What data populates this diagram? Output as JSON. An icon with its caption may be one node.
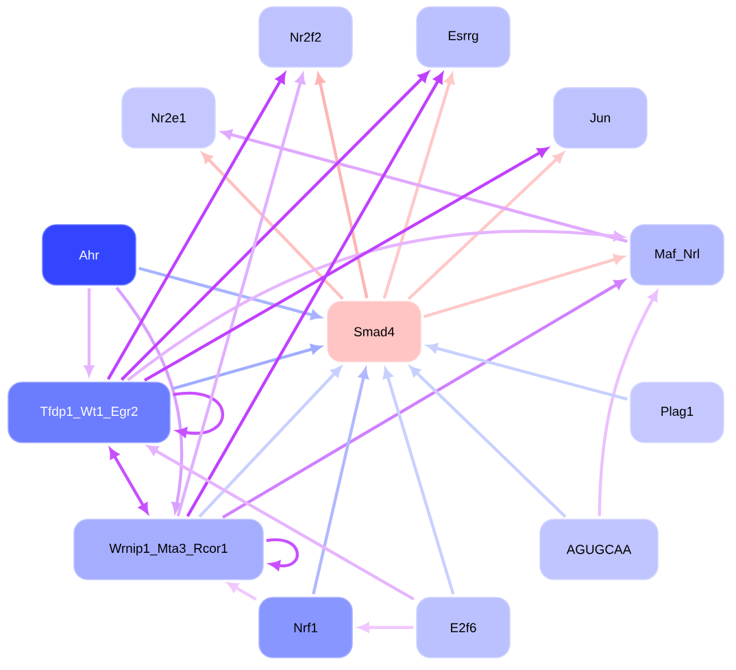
{
  "diagram": {
    "nodes": [
      {
        "text": [
          "Smad4"
        ]
      },
      {
        "text": [
          "Nr2f2"
        ]
      },
      {
        "text": [
          "Esrrg"
        ]
      },
      {
        "text": [
          "Nr2e1"
        ]
      },
      {
        "text": [
          "Jun"
        ]
      },
      {
        "text": [
          "Ahr"
        ]
      },
      {
        "text": [
          "Maf_Nrl"
        ]
      },
      {
        "text": [
          "Tfdp1_Wt1_Egr2"
        ]
      },
      {
        "text": [
          "Plag1"
        ]
      },
      {
        "text": [
          "Wrnip1_Mta3_Rcor1"
        ]
      },
      {
        "text": [
          "AGUGCAA"
        ]
      },
      {
        "text": [
          "Nrf1"
        ]
      },
      {
        "text": [
          "E2f6"
        ]
      }
    ],
    "edges": [
      {
        "from": 0,
        "to": 1,
        "arrow": "to",
        "color": "#ffb4b4"
      },
      {
        "from": 0,
        "to": 2,
        "arrow": "to",
        "color": "#ffc8c8"
      },
      {
        "from": 0,
        "to": 3,
        "arrow": "to",
        "color": "#ffc0c0"
      },
      {
        "from": 0,
        "to": 4,
        "arrow": "to",
        "color": "#ffc8c8"
      },
      {
        "from": 0,
        "to": 6,
        "arrow": "to",
        "color": "#ffc8c8"
      },
      {
        "from": 5,
        "to": 0,
        "arrow": "to",
        "color": "#a8b4ff"
      },
      {
        "from": 5,
        "to": 7,
        "arrow": "to",
        "color": "#e6b4ff"
      },
      {
        "from": 5,
        "to": 9,
        "arrow": "to",
        "color": "#d8a0ff"
      },
      {
        "from": 6,
        "to": 3,
        "arrow": "to",
        "color": "#e0a8ff"
      },
      {
        "from": 7,
        "to": 1,
        "arrow": "to",
        "color": "#c040ff"
      },
      {
        "from": 7,
        "to": 2,
        "arrow": "to",
        "color": "#c040ff"
      },
      {
        "from": 7,
        "to": 0,
        "arrow": "to",
        "color": "#a0acff"
      },
      {
        "from": 7,
        "to": 6,
        "arrow": "to",
        "color": "#e6b4ff"
      },
      {
        "from": 7,
        "to": 7,
        "arrow": "to",
        "color": "#c850ff"
      },
      {
        "from": 7,
        "to": 9,
        "arrow": "both",
        "color": "#c850ff"
      },
      {
        "from": 9,
        "to": 1,
        "arrow": "to",
        "color": "#e0b0ff"
      },
      {
        "from": 9,
        "to": 2,
        "arrow": "to",
        "color": "#c040ff"
      },
      {
        "from": 7,
        "to": 4,
        "arrow": "to",
        "color": "#c040ff"
      },
      {
        "from": 9,
        "to": 0,
        "arrow": "to",
        "color": "#c8d0ff"
      },
      {
        "from": 9,
        "to": 6,
        "arrow": "to",
        "color": "#d080ff"
      },
      {
        "from": 9,
        "to": 9,
        "arrow": "to",
        "color": "#c850ff"
      },
      {
        "from": 11,
        "to": 9,
        "arrow": "to",
        "color": "#f0c8ff"
      },
      {
        "from": 11,
        "to": 0,
        "arrow": "to",
        "color": "#b0b8ff"
      },
      {
        "from": 12,
        "to": 0,
        "arrow": "to",
        "color": "#c8d0ff"
      },
      {
        "from": 12,
        "to": 11,
        "arrow": "to",
        "color": "#f0c8ff"
      },
      {
        "from": 12,
        "to": 7,
        "arrow": "to",
        "color": "#e6b4ff"
      },
      {
        "from": 10,
        "to": 0,
        "arrow": "to",
        "color": "#c8d0ff"
      },
      {
        "from": 10,
        "to": 6,
        "arrow": "to",
        "color": "#ecc0ff"
      },
      {
        "from": 8,
        "to": 0,
        "arrow": "to",
        "color": "#c8d0ff"
      }
    ]
  }
}
